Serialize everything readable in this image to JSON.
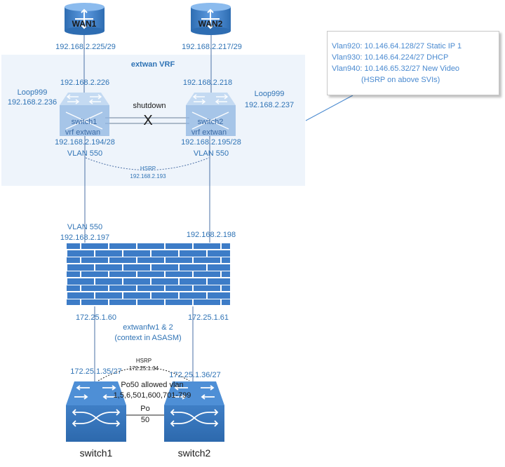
{
  "colors": {
    "accent": "#2f73b5",
    "vrf_band": "#eef4fb",
    "device_light": "#8fb6e2",
    "device_dark": "#3a78c0",
    "firewall": "#3d7cc7",
    "line": "#4a6fa5"
  },
  "wan": {
    "wan1": {
      "name": "WAN1",
      "ip": "192.168.2.225/29"
    },
    "wan2": {
      "name": "WAN2",
      "ip": "192.168.2.217/29"
    }
  },
  "vrf": {
    "title": "extwan VRF",
    "link_status": "shutdown",
    "link_mark": "X",
    "left": {
      "uplink_ip": "192.168.2.226",
      "loop_name": "Loop999",
      "loop_ip": "192.168.2.236",
      "name": "switch1",
      "vrf_label": "vrf extwan",
      "vlan_ip": "192.168.2.194/28",
      "vlan": "VLAN 550"
    },
    "right": {
      "uplink_ip": "192.168.2.218",
      "loop_name": "Loop999",
      "loop_ip": "192.168.2.237",
      "name": "switch2",
      "vrf_label": "vrf extwan",
      "vlan_ip": "192.168.2.195/28",
      "vlan": "VLAN 550"
    },
    "hsrp_label": "HSRP",
    "hsrp_ip": "192.168.2.193"
  },
  "note": {
    "lines": [
      "Vlan920: 10.146.64.128/27  Static IP 1",
      "Vlan930: 10.146.64.224/27  DHCP",
      "Vlan940: 10.146.65.32/27  New Video",
      "(HSRP on above SVIs)"
    ]
  },
  "firewall": {
    "left_vlan": "VLAN 550",
    "left_ip": "192.168.2.197",
    "right_ip": "192.168.2.198",
    "bottom_left_ip": "172.25.1.60",
    "bottom_right_ip": "172.25.1.61",
    "name": "extwanfw1 & 2",
    "context": "(context in ASASM)"
  },
  "core": {
    "left_ip": "172.25.1.35/27",
    "right_ip": "172.25.1.36/27",
    "hsrp_label": "HSRP",
    "hsrp_ip": "172.25.1.34",
    "po_allowed": "Po50 allowed vlan",
    "vlan_list": "1,5,6,501,600,701-799",
    "po_label": "Po",
    "po_number": "50",
    "left_name": "switch1",
    "right_name": "switch2"
  }
}
